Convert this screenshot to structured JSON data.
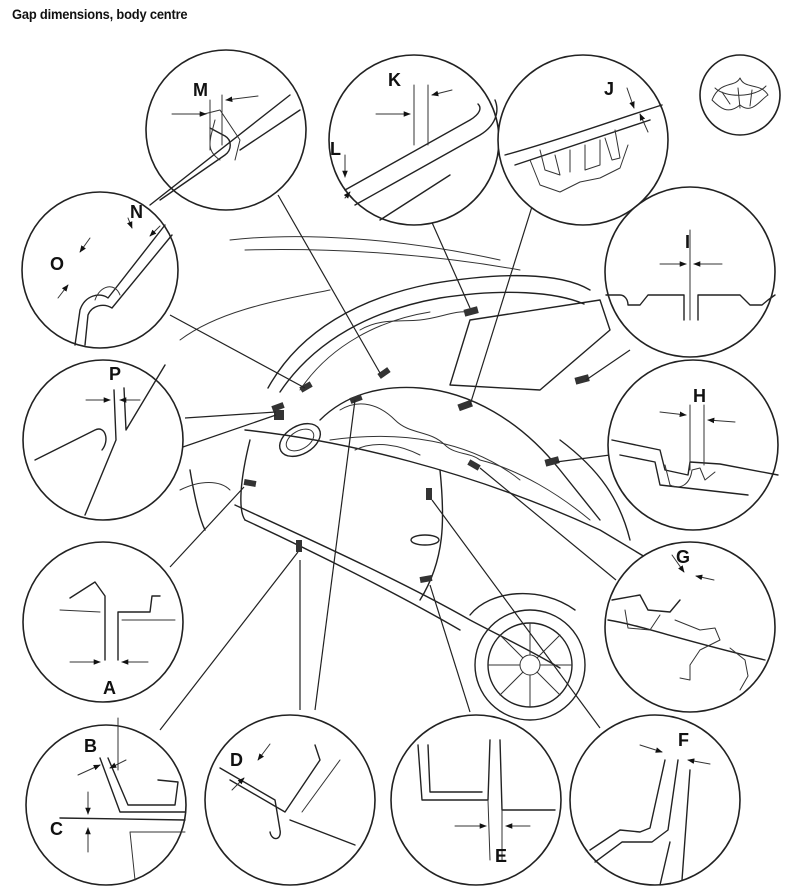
{
  "title": "Gap dimensions, body centre",
  "labels": {
    "A": "A",
    "B": "B",
    "C": "C",
    "D": "D",
    "E": "E",
    "F": "F",
    "G": "G",
    "H": "H",
    "I": "I",
    "J": "J",
    "K": "K",
    "L": "L",
    "M": "M",
    "N": "N",
    "O": "O",
    "P": "P"
  }
}
